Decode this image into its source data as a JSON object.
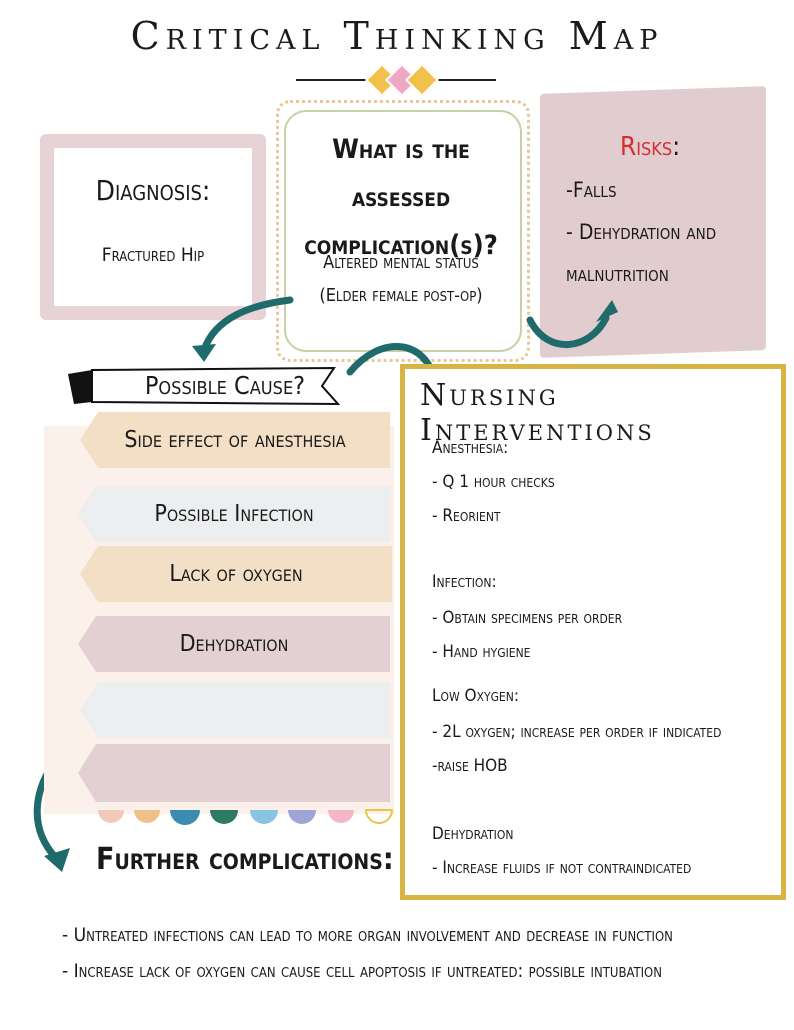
{
  "title": "Critical Thinking Map",
  "diagnosis": {
    "label": "Diagnosis:",
    "value": "Fractured Hip"
  },
  "complication": {
    "question_lines": [
      "What is the assessed",
      "complication(s)?"
    ],
    "answer_lines": [
      "Altered mental status",
      "(Elder female post-op)"
    ]
  },
  "risks": {
    "label": "Risks",
    "colon": ":",
    "items": [
      "-Falls",
      "- Dehydration and",
      "malnutrition"
    ]
  },
  "possible_cause": {
    "label": "Possible Cause?",
    "items": [
      "Side effect of anesthesia",
      "Possible Infection",
      "Lack of oxygen",
      "Dehydration",
      "",
      ""
    ]
  },
  "nursing": {
    "title": "Nursing Interventions",
    "lines": [
      "Anesthesia:",
      "- Q 1 hour checks",
      "- Reorient",
      "Infection:",
      "- Obtain specimens per order",
      "- Hand hygiene",
      "Low Oxygen:",
      "- 2L oxygen; increase per order if indicated",
      "-raise HOB",
      "Dehydration",
      "- Increase fluids if not contraindicated"
    ]
  },
  "further": {
    "label": "Further complications:",
    "lines": [
      "- Untreated infections can lead to more organ involvement and decrease in function",
      "- Increase lack of oxygen can cause cell apoptosis if untreated: possible intubation"
    ]
  },
  "colors": {
    "teal": "#1f6b6b",
    "gold": "#d8b445",
    "peach": "#f2dfc6",
    "blue_grey": "#eceef0",
    "mauve": "#e3d0d2",
    "risk_red": "#d62d2d"
  }
}
